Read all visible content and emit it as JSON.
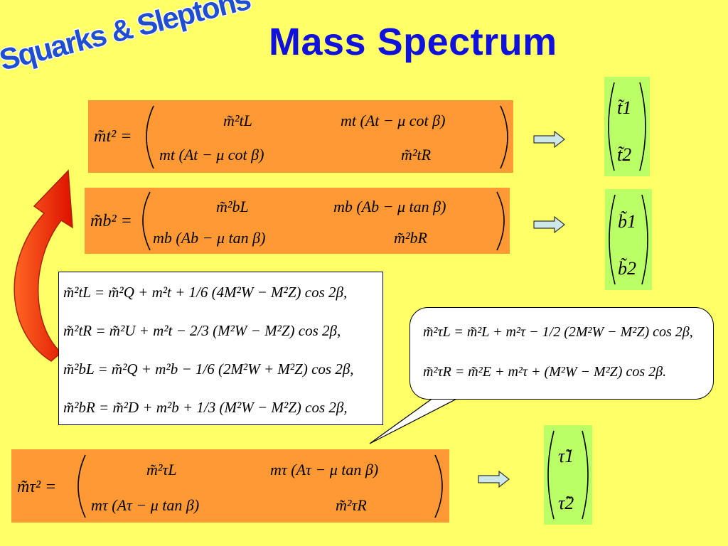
{
  "page": {
    "title": "Mass Spectrum",
    "stamp_text": "Squarks & Sleptons"
  },
  "stop_matrix": {
    "lhs": "m̃t² =",
    "a11": "m̃²tL",
    "a12": "mt (At − μ cot β)",
    "a21": "mt (At − μ cot β)",
    "a22": "m̃²tR",
    "eigen_1": "t̃1",
    "eigen_2": "t̃2"
  },
  "sbottom_matrix": {
    "lhs": "m̃b² =",
    "a11": "m̃²bL",
    "a12": "mb (Ab − μ tan β)",
    "a21": "mb (Ab − μ tan β)",
    "a22": "m̃²bR",
    "eigen_1": "b̃1",
    "eigen_2": "b̃2"
  },
  "stau_matrix": {
    "lhs": "m̃τ² =",
    "a11": "m̃²τL",
    "a12": "mτ (Aτ − μ tan β)",
    "a21": "mτ (Aτ − μ tan β)",
    "a22": "m̃²τR",
    "eigen_1": "τ̃1",
    "eigen_2": "τ̃2"
  },
  "squark_equations": [
    "m̃²tL = m̃²Q + m²t + 1/6 (4M²W − M²Z) cos 2β,",
    "m̃²tR = m̃²U + m²t − 2/3 (M²W − M²Z) cos 2β,",
    "m̃²bL = m̃²Q + m²b − 1/6 (2M²W + M²Z) cos 2β,",
    "m̃²bR = m̃²D + m²b + 1/3 (M²W − M²Z) cos 2β,"
  ],
  "slepton_equations": [
    "m̃²τL = m̃²L + m²τ − 1/2 (2M²W − M²Z) cos 2β,",
    "m̃²τR = m̃²E + m²τ + (M²W − M²Z) cos 2β."
  ],
  "colors": {
    "background": "#ffff66",
    "title": "#1111dd",
    "matrix_box": "#ff9933",
    "eigen_box": "#bbff66",
    "arrow_fill": "#cce8e8",
    "curved_arrow": "#ee2200"
  }
}
